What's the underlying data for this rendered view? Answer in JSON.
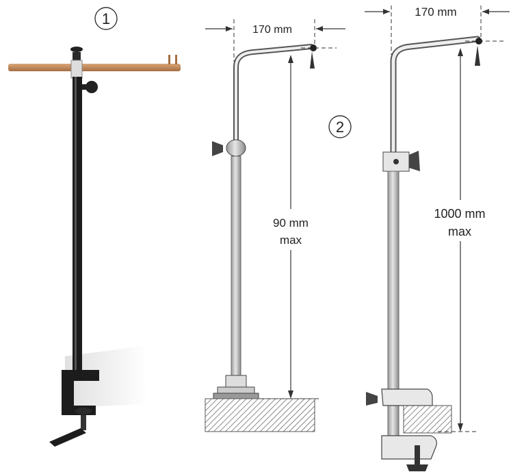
{
  "markers": {
    "one": "1",
    "two": "2"
  },
  "left_drawing": {
    "width_label": "170 mm",
    "height_label_line1": "90 mm",
    "height_label_line2": "max"
  },
  "right_drawing": {
    "width_label": "170 mm",
    "height_label_line1": "1000 mm",
    "height_label_line2": "max"
  },
  "colors": {
    "bar": "#c08a5a",
    "pole_dark": "#1c1c1c",
    "pole_light": "#d0d0d0",
    "hatch": "#555555"
  }
}
